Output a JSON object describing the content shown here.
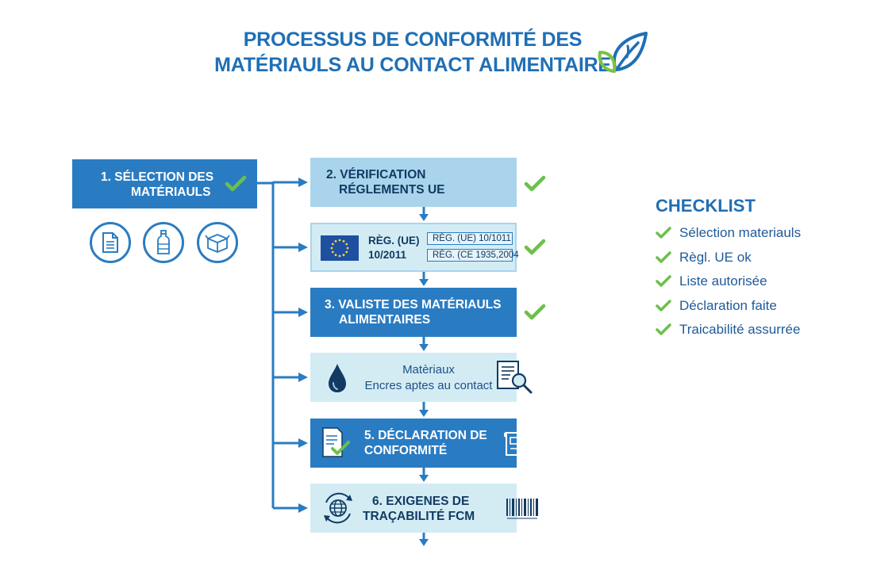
{
  "title": {
    "line1": "PROCESSUS DE CONFORMITÉ DES",
    "line2": "MATÉRIAULS AU CONTACT ALIMENTAIRE"
  },
  "steps": {
    "step1": {
      "line1": "1. SÉLECTION DES",
      "line2": "MATÉRIAULS"
    },
    "step2": {
      "line1": "2. VÉRIFICATION",
      "line2": "RÉGLEMENTS UE"
    },
    "step2b": {
      "line1": "RÈG. (UE)",
      "line2": "10/2011",
      "tag1": "RÈG. (UE) 10/1011",
      "tag2": "RÈG. (CE 1935,2004"
    },
    "step3": {
      "line1": "3. VALISTE DES MATÉRIAULS",
      "line2": "ALIMENTAIRES"
    },
    "step4": {
      "line1": "Matèriaux",
      "line2": "Encres aptes au contact"
    },
    "step5": {
      "line1": "5. DÉCLARATION DE",
      "line2": "CONFORMITÉ"
    },
    "step6": {
      "line1": "6. EXIGENES DE",
      "line2": "TRAÇABILITÉ FCM"
    }
  },
  "icons": {
    "leaf": "leaf-icon",
    "check": "check-icon",
    "document": "document-icon",
    "bottle": "bottle-icon",
    "box": "box-icon",
    "eu_flag": "eu-flag-icon",
    "drop": "ink-drop-icon",
    "search_doc": "document-search-icon",
    "certificate": "certificate-icon",
    "globe": "globe-refresh-icon",
    "barcode": "barcode-icon"
  },
  "checklist": {
    "title": "CHECKLIST",
    "items": [
      "Sélection materiauls",
      "Règl. UE ok",
      "Liste autorisée",
      "Déclaration faite",
      "Traicabilité assurrée"
    ]
  },
  "colors": {
    "primary": "#2a7cc2",
    "light": "#a9d4ec",
    "pale": "#d3ecf4",
    "title": "#1f6fb5",
    "check": "#6cc04a"
  }
}
